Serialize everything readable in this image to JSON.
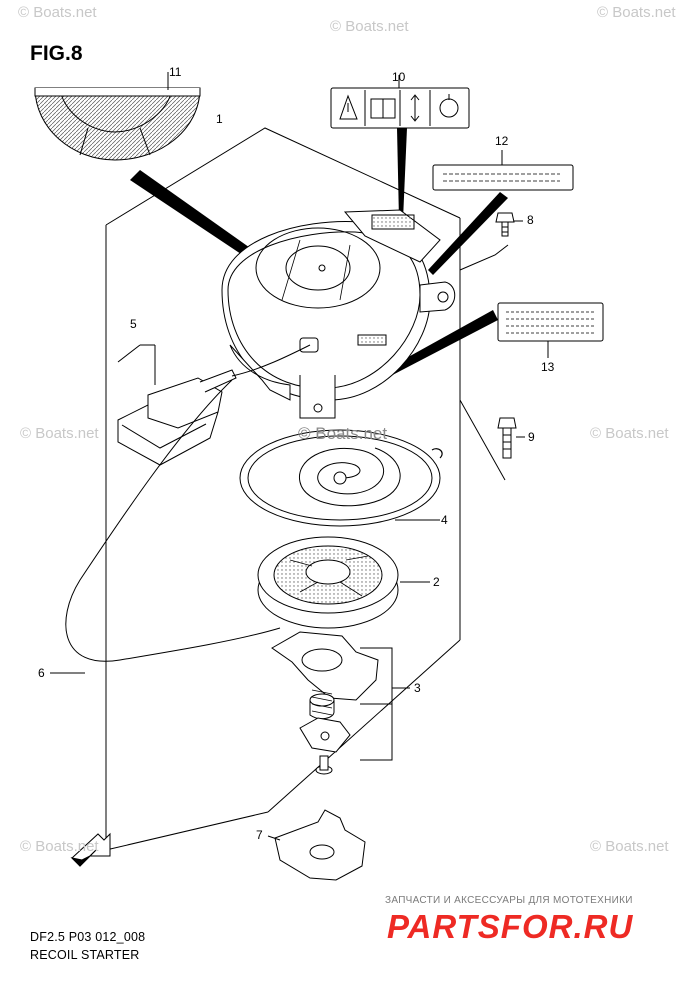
{
  "figure": {
    "title": "FIG.8",
    "code": "DF2.5 P03 012_008",
    "name": "RECOIL STARTER"
  },
  "callouts": [
    "1",
    "2",
    "3",
    "4",
    "5",
    "6",
    "7",
    "8",
    "9",
    "10",
    "11",
    "12",
    "13"
  ],
  "watermark": {
    "text": "© Boats.net",
    "color": "#c8c8c8"
  },
  "brand": {
    "tagline": "ЗАПЧАСТИ И АКСЕССУАРЫ ДЛЯ МОТОТЕХНИКИ",
    "logo": "PARTSFOR.RU",
    "color": "#ee2a24"
  }
}
